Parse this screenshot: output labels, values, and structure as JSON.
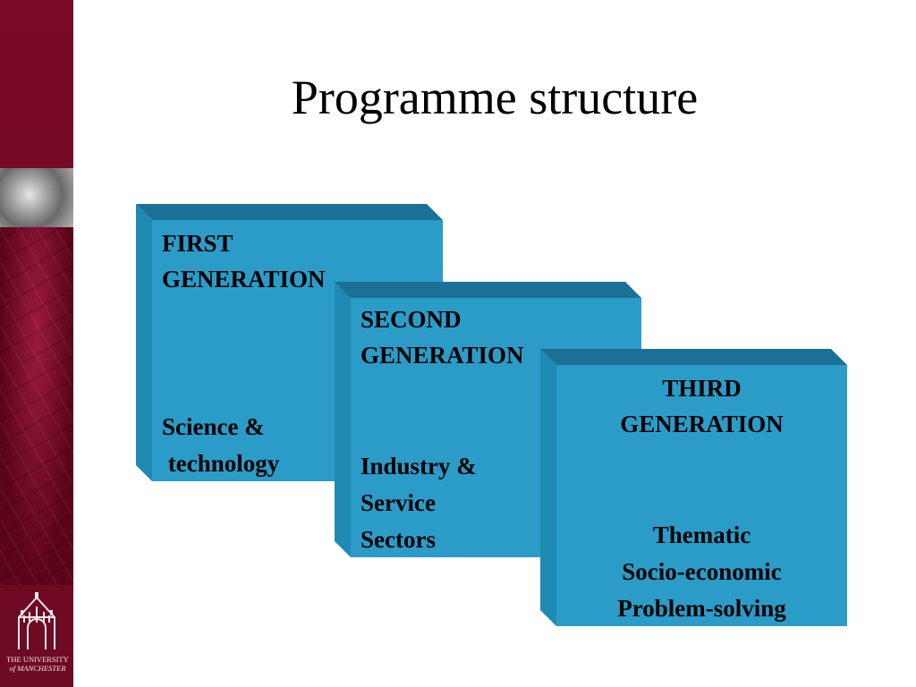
{
  "title": "Programme structure",
  "logo": {
    "line1": "THE UNIVERSITY",
    "line2": "of MANCHESTER"
  },
  "boxes": [
    {
      "heading_line1": "FIRST",
      "heading_line2": "GENERATION",
      "body": [
        "Science &",
        " technology"
      ]
    },
    {
      "heading_line1": "SECOND",
      "heading_line2": "GENERATION",
      "body": [
        "Industry &",
        "Service",
        "Sectors"
      ]
    },
    {
      "heading_line1": "THIRD",
      "heading_line2": "GENERATION",
      "body": [
        "Thematic",
        "Socio-economic",
        "Problem-solving"
      ]
    }
  ],
  "colors": {
    "sidebar": "#7a0a26",
    "box_face": "#2b9cc8",
    "box_top": "#1b7096",
    "box_side": "#1f8ab3"
  }
}
